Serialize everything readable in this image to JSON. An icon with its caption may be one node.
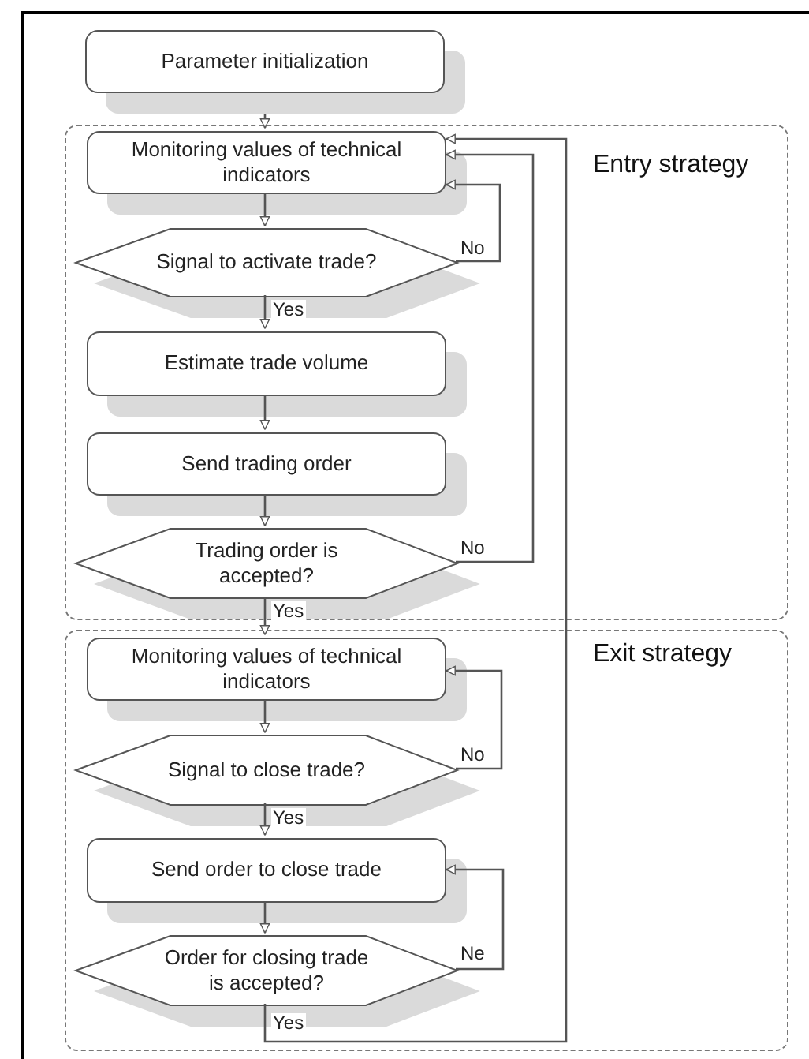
{
  "diagram": {
    "nodes": [
      {
        "text": [
          "Parameter initialization"
        ]
      },
      {
        "text": [
          "Entry strategy"
        ]
      },
      {
        "text": [
          "Monitoring values of technical indicators"
        ],
        "in": 1
      },
      {
        "text": [
          "Signal to activate trade?"
        ],
        "in": 1
      },
      {
        "text": [
          "Estimate trade volume"
        ],
        "in": 1
      },
      {
        "text": [
          "Send trading order"
        ],
        "in": 1
      },
      {
        "text": [
          "Trading order is accepted?"
        ],
        "in": 1
      },
      {
        "text": [
          "Exit strategy"
        ]
      },
      {
        "text": [
          "Monitoring values of technical indicators"
        ],
        "in": 7
      },
      {
        "text": [
          "Signal to close trade?"
        ],
        "in": 7
      },
      {
        "text": [
          "Send order to close trade"
        ],
        "in": 7
      },
      {
        "text": [
          "Order for closing trade is accepted?"
        ],
        "in": 7
      }
    ],
    "edges": [
      {
        "from": 0,
        "to": 2,
        "arrow": "to"
      },
      {
        "from": 2,
        "to": 3,
        "arrow": "to"
      },
      {
        "from": 3,
        "to": 4,
        "label": "Yes",
        "arrow": "to"
      },
      {
        "from": 3,
        "to": 2,
        "label": "No",
        "arrow": "to"
      },
      {
        "from": 4,
        "to": 5,
        "arrow": "to"
      },
      {
        "from": 5,
        "to": 6,
        "arrow": "to"
      },
      {
        "from": 6,
        "to": 2,
        "label": "No",
        "arrow": "to"
      },
      {
        "from": 6,
        "to": 8,
        "label": "Yes",
        "arrow": "to"
      },
      {
        "from": 8,
        "to": 9,
        "arrow": "to"
      },
      {
        "from": 9,
        "to": 10,
        "label": "Yes",
        "arrow": "to"
      },
      {
        "from": 9,
        "to": 8,
        "label": "No",
        "arrow": "to"
      },
      {
        "from": 10,
        "to": 11,
        "arrow": "to"
      },
      {
        "from": 11,
        "to": 10,
        "label": "Ne",
        "arrow": "to"
      },
      {
        "from": 11,
        "to": 2,
        "label": "Yes",
        "arrow": "to"
      }
    ]
  }
}
